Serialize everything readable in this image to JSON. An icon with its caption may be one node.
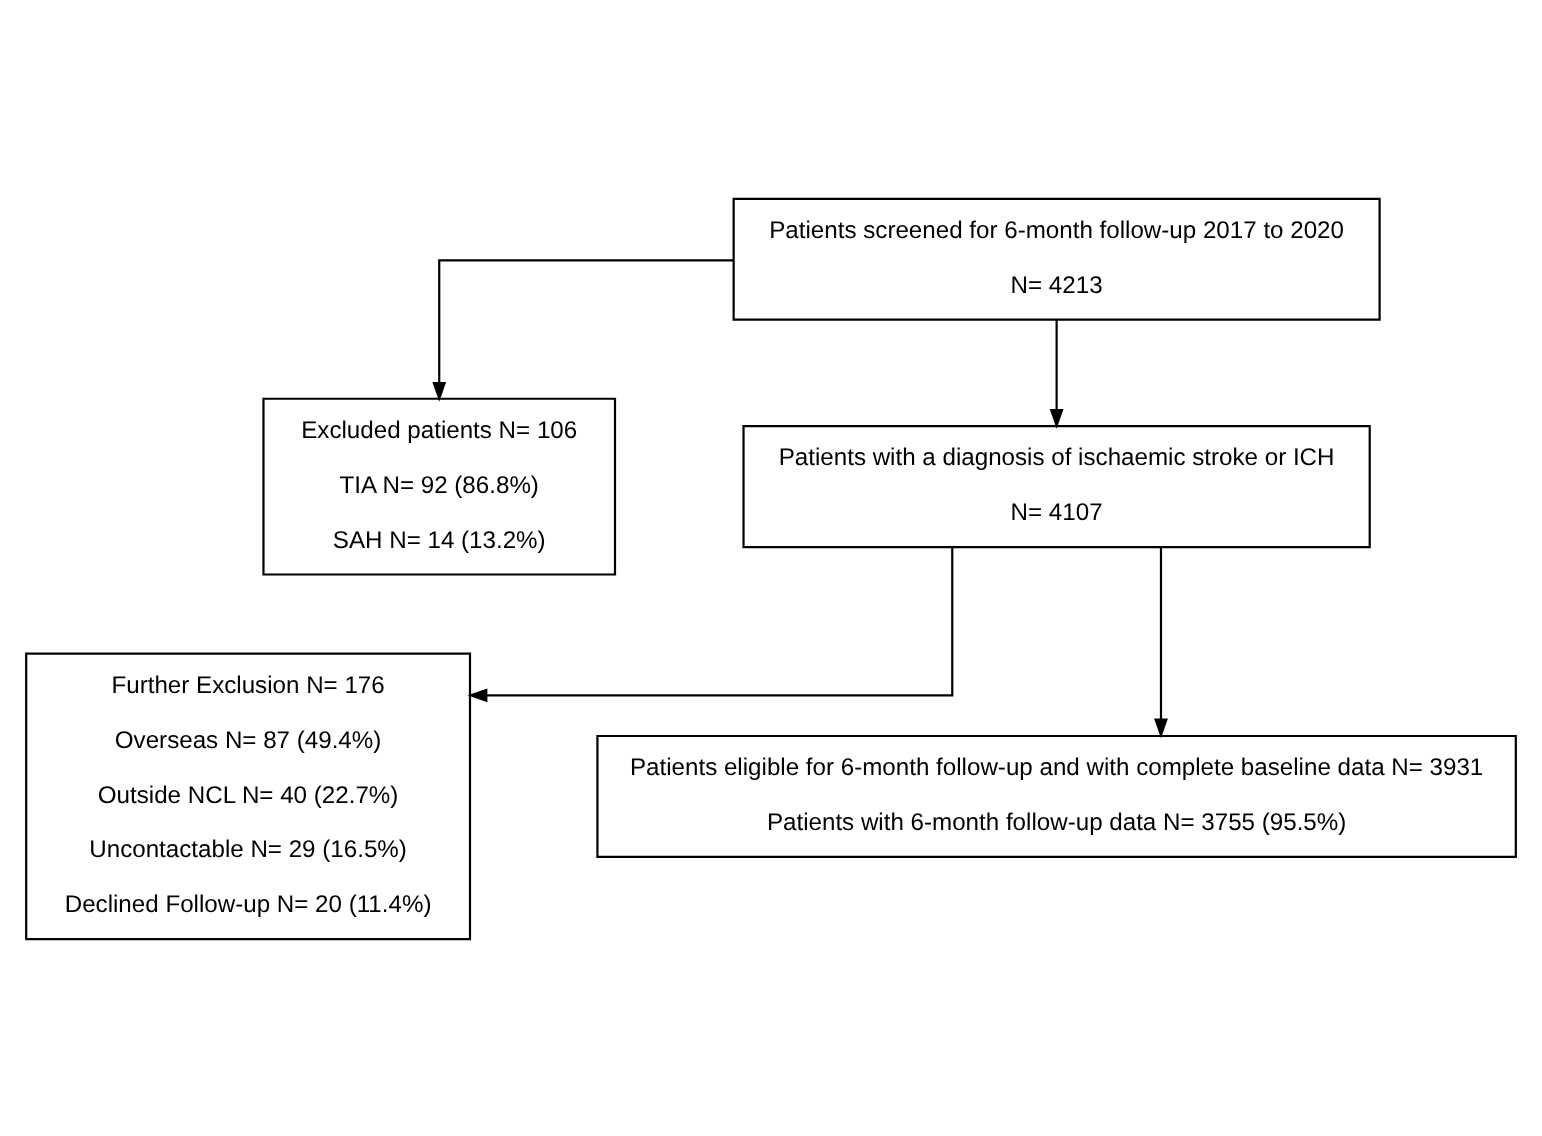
{
  "diagram": {
    "nodes": [
      {
        "text": [
          "Patients screened for 6-month follow-up 2017 to 2020",
          "N= 4213"
        ]
      },
      {
        "text": [
          "Excluded patients N= 106",
          "TIA N= 92 (86.8%)",
          "SAH N= 14 (13.2%)"
        ]
      },
      {
        "text": [
          "Patients with a diagnosis of ischaemic stroke or ICH",
          "N= 4107"
        ]
      },
      {
        "text": [
          "Further Exclusion N= 176",
          "Overseas N= 87 (49.4%)",
          "Outside NCL N= 40 (22.7%)",
          "Uncontactable N= 29 (16.5%)",
          "Declined Follow-up N= 20 (11.4%)"
        ]
      },
      {
        "text": [
          "Patients eligible for 6-month follow-up and with complete baseline data N= 3931",
          "Patients with 6-month follow-up data N= 3755 (95.5%)"
        ]
      }
    ],
    "edges": [
      {
        "from": 0,
        "to": 2,
        "arrow": "to"
      },
      {
        "from": 0,
        "to": 1,
        "arrow": "to"
      },
      {
        "from": 2,
        "to": 4,
        "arrow": "to"
      },
      {
        "from": 2,
        "to": 3,
        "arrow": "to"
      }
    ]
  }
}
